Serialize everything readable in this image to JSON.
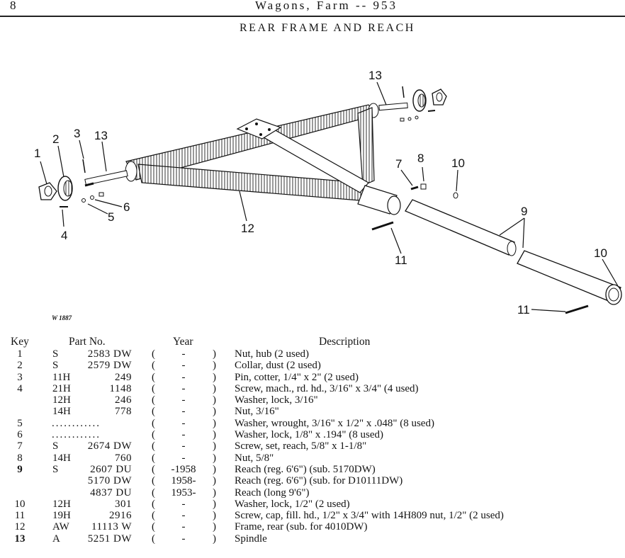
{
  "header": {
    "page_number": "8",
    "running_title": "Wagons, Farm -- 953",
    "section_title": "REAR FRAME AND REACH"
  },
  "figure": {
    "figure_id": "W 1887",
    "callouts": [
      "1",
      "2",
      "3",
      "13",
      "4",
      "5",
      "6",
      "12",
      "13",
      "7",
      "8",
      "10",
      "9",
      "11",
      "10",
      "11"
    ]
  },
  "table": {
    "headers": {
      "key": "Key",
      "part_no": "Part No.",
      "year": "Year",
      "description": "Description"
    },
    "rows": [
      {
        "key": "1",
        "prefix": "S",
        "num": "2583 DW",
        "open": "(",
        "year": "-",
        "close": ")",
        "desc": "Nut, hub (2 used)"
      },
      {
        "key": "2",
        "prefix": "S",
        "num": "2579 DW",
        "open": "(",
        "year": "-",
        "close": ")",
        "desc": "Collar, dust (2 used)"
      },
      {
        "key": "3",
        "prefix": "11H",
        "num": "249",
        "open": "(",
        "year": "-",
        "close": ")",
        "desc": "Pin, cotter, 1/4\" x 2\" (2 used)"
      },
      {
        "key": "4",
        "prefix": "21H",
        "num": "1148",
        "open": "(",
        "year": "-",
        "close": ")",
        "desc": "Screw, mach., rd. hd., 3/16\" x 3/4\" (4 used)"
      },
      {
        "key": "",
        "prefix": "12H",
        "num": "246",
        "open": "(",
        "year": "-",
        "close": ")",
        "desc": "Washer, lock, 3/16\""
      },
      {
        "key": "",
        "prefix": "14H",
        "num": "778",
        "open": "(",
        "year": "-",
        "close": ")",
        "desc": "Nut, 3/16\""
      },
      {
        "key": "5",
        "dots": "............",
        "open": "(",
        "year": "-",
        "close": ")",
        "desc": "Washer, wrought, 3/16\" x 1/2\" x .048\" (8 used)"
      },
      {
        "key": "6",
        "dots": "............",
        "open": "(",
        "year": "-",
        "close": ")",
        "desc": "Washer, lock, 1/8\" x .194\" (8 used)"
      },
      {
        "key": "7",
        "prefix": "S",
        "num": "2674 DW",
        "open": "(",
        "year": "-",
        "close": ")",
        "desc": "Screw, set, reach, 5/8\" x 1-1/8\""
      },
      {
        "key": "8",
        "prefix": "14H",
        "num": "760",
        "open": "(",
        "year": "-",
        "close": ")",
        "desc": "Nut, 5/8\""
      },
      {
        "key": "9",
        "prefix": "S",
        "num": "2607 DU",
        "open": "(",
        "year": "-1958",
        "close": ")",
        "desc": "Reach (reg. 6'6\") (sub. 5170DW)"
      },
      {
        "key": "",
        "prefix": "",
        "num": "5170 DW",
        "open": "(",
        "year": "1958-",
        "close": ")",
        "desc": "Reach (reg. 6'6\") (sub. for D10111DW)"
      },
      {
        "key": "",
        "prefix": "",
        "num": "4837 DU",
        "open": "(",
        "year": "1953-",
        "close": ")",
        "desc": "Reach (long 9'6\")"
      },
      {
        "key": "10",
        "prefix": "12H",
        "num": "301",
        "open": "(",
        "year": "-",
        "close": ")",
        "desc": "Washer, lock, 1/2\" (2 used)"
      },
      {
        "key": "11",
        "prefix": "19H",
        "num": "2916",
        "open": "(",
        "year": "-",
        "close": ")",
        "desc": "Screw, cap, fill. hd., 1/2\" x 3/4\" with 14H809 nut, 1/2\" (2 used)"
      },
      {
        "key": "12",
        "prefix": "AW",
        "num": "11113 W",
        "open": "(",
        "year": "-",
        "close": ")",
        "desc": "Frame, rear (sub. for 4010DW)"
      },
      {
        "key": "13",
        "prefix": "A",
        "num": "5251 DW",
        "open": "(",
        "year": "-",
        "close": ")",
        "desc": "Spindle"
      }
    ]
  }
}
